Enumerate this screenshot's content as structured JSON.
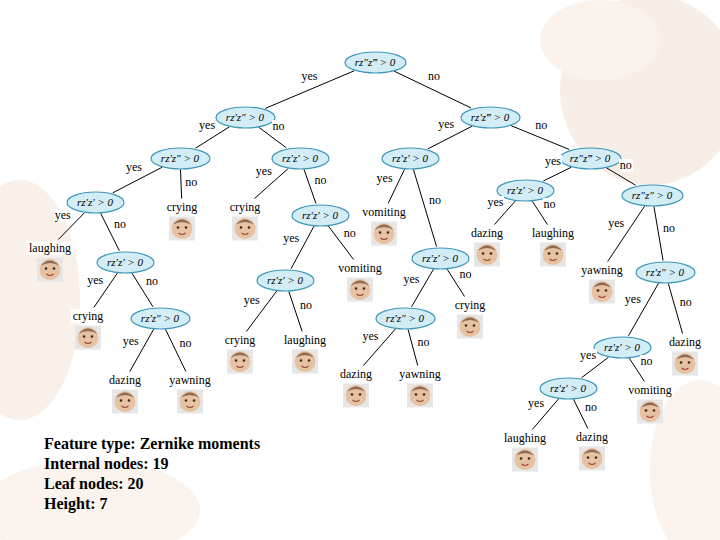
{
  "diagram": {
    "nodes": [
      {
        "text": [
          "rz″z‴ > 0"
        ]
      },
      {
        "text": [
          "rz′z″ > 0"
        ]
      },
      {
        "text": [
          "rz′z″ > 0"
        ]
      },
      {
        "text": [
          "rz′z′ > 0"
        ]
      },
      {
        "text": [
          "laughing"
        ]
      },
      {
        "text": [
          "rz′z′ > 0"
        ]
      },
      {
        "text": [
          "crying"
        ]
      },
      {
        "text": [
          "rz′z″ > 0"
        ]
      },
      {
        "text": [
          "dazing"
        ]
      },
      {
        "text": [
          "yawning"
        ]
      },
      {
        "text": [
          "crying"
        ]
      },
      {
        "text": [
          "rz′z′ > 0"
        ]
      },
      {
        "text": [
          "crying"
        ]
      },
      {
        "text": [
          "rz′z′ > 0"
        ]
      },
      {
        "text": [
          "rz′z′ > 0"
        ]
      },
      {
        "text": [
          "crying"
        ]
      },
      {
        "text": [
          "laughing"
        ]
      },
      {
        "text": [
          "vomiting"
        ]
      },
      {
        "text": [
          "rz′z‴ > 0"
        ]
      },
      {
        "text": [
          "rz′z′ > 0"
        ]
      },
      {
        "text": [
          "vomiting"
        ]
      },
      {
        "text": [
          "rz′z′ > 0"
        ]
      },
      {
        "text": [
          "rz′z″ > 0"
        ]
      },
      {
        "text": [
          "dazing"
        ]
      },
      {
        "text": [
          "yawning"
        ]
      },
      {
        "text": [
          "crying"
        ]
      },
      {
        "text": [
          "rz″z‴ > 0"
        ]
      },
      {
        "text": [
          "rz′z′ > 0"
        ]
      },
      {
        "text": [
          "dazing"
        ]
      },
      {
        "text": [
          "laughing"
        ]
      },
      {
        "text": [
          "rz″z″ > 0"
        ]
      },
      {
        "text": [
          "yawning"
        ]
      },
      {
        "text": [
          "rz′z″ > 0"
        ]
      },
      {
        "text": [
          "rz′z′ > 0"
        ]
      },
      {
        "text": [
          "rz′z′ > 0"
        ]
      },
      {
        "text": [
          "laughing"
        ]
      },
      {
        "text": [
          "dazing"
        ]
      },
      {
        "text": [
          "vomiting"
        ]
      },
      {
        "text": [
          "dazing"
        ]
      }
    ],
    "edges": [
      {
        "from": 0,
        "to": 1,
        "arrow": "none",
        "label": "yes"
      },
      {
        "from": 0,
        "to": 18,
        "arrow": "none",
        "label": "no"
      },
      {
        "from": 1,
        "to": 2,
        "arrow": "none",
        "label": "yes"
      },
      {
        "from": 1,
        "to": 11,
        "arrow": "none",
        "label": "no"
      },
      {
        "from": 2,
        "to": 3,
        "arrow": "none",
        "label": "yes"
      },
      {
        "from": 2,
        "to": 10,
        "arrow": "none",
        "label": "no"
      },
      {
        "from": 3,
        "to": 4,
        "arrow": "none",
        "label": "yes"
      },
      {
        "from": 3,
        "to": 5,
        "arrow": "none",
        "label": "no"
      },
      {
        "from": 5,
        "to": 6,
        "arrow": "none",
        "label": "yes"
      },
      {
        "from": 5,
        "to": 7,
        "arrow": "none",
        "label": "no"
      },
      {
        "from": 7,
        "to": 8,
        "arrow": "none",
        "label": "yes"
      },
      {
        "from": 7,
        "to": 9,
        "arrow": "none",
        "label": "no"
      },
      {
        "from": 11,
        "to": 12,
        "arrow": "none",
        "label": "yes"
      },
      {
        "from": 11,
        "to": 13,
        "arrow": "none",
        "label": "no"
      },
      {
        "from": 13,
        "to": 14,
        "arrow": "none",
        "label": "yes"
      },
      {
        "from": 13,
        "to": 17,
        "arrow": "none",
        "label": "no"
      },
      {
        "from": 14,
        "to": 15,
        "arrow": "none",
        "label": "yes"
      },
      {
        "from": 14,
        "to": 16,
        "arrow": "none",
        "label": "no"
      },
      {
        "from": 18,
        "to": 19,
        "arrow": "none",
        "label": "yes"
      },
      {
        "from": 18,
        "to": 26,
        "arrow": "none",
        "label": "no"
      },
      {
        "from": 19,
        "to": 20,
        "arrow": "none",
        "label": "yes"
      },
      {
        "from": 19,
        "to": 21,
        "arrow": "none",
        "label": "no"
      },
      {
        "from": 21,
        "to": 22,
        "arrow": "none",
        "label": "yes"
      },
      {
        "from": 21,
        "to": 25,
        "arrow": "none",
        "label": "no"
      },
      {
        "from": 22,
        "to": 23,
        "arrow": "none",
        "label": "yes"
      },
      {
        "from": 22,
        "to": 24,
        "arrow": "none",
        "label": "no"
      },
      {
        "from": 26,
        "to": 27,
        "arrow": "none",
        "label": "yes"
      },
      {
        "from": 26,
        "to": 30,
        "arrow": "none",
        "label": "no"
      },
      {
        "from": 27,
        "to": 28,
        "arrow": "none",
        "label": "yes"
      },
      {
        "from": 27,
        "to": 29,
        "arrow": "none",
        "label": "no"
      },
      {
        "from": 30,
        "to": 31,
        "arrow": "none",
        "label": "yes"
      },
      {
        "from": 30,
        "to": 32,
        "arrow": "none",
        "label": "no"
      },
      {
        "from": 32,
        "to": 33,
        "arrow": "none",
        "label": "yes"
      },
      {
        "from": 32,
        "to": 38,
        "arrow": "none",
        "label": "no"
      },
      {
        "from": 33,
        "to": 34,
        "arrow": "none",
        "label": "yes"
      },
      {
        "from": 33,
        "to": 37,
        "arrow": "none",
        "label": "no"
      },
      {
        "from": 34,
        "to": 35,
        "arrow": "none",
        "label": "yes"
      },
      {
        "from": 34,
        "to": 36,
        "arrow": "none",
        "label": "no"
      }
    ],
    "labels": [
      "Feature type: Zernike moments",
      "Internal nodes: 19",
      "Leaf nodes: 20",
      "Height: 7"
    ]
  }
}
